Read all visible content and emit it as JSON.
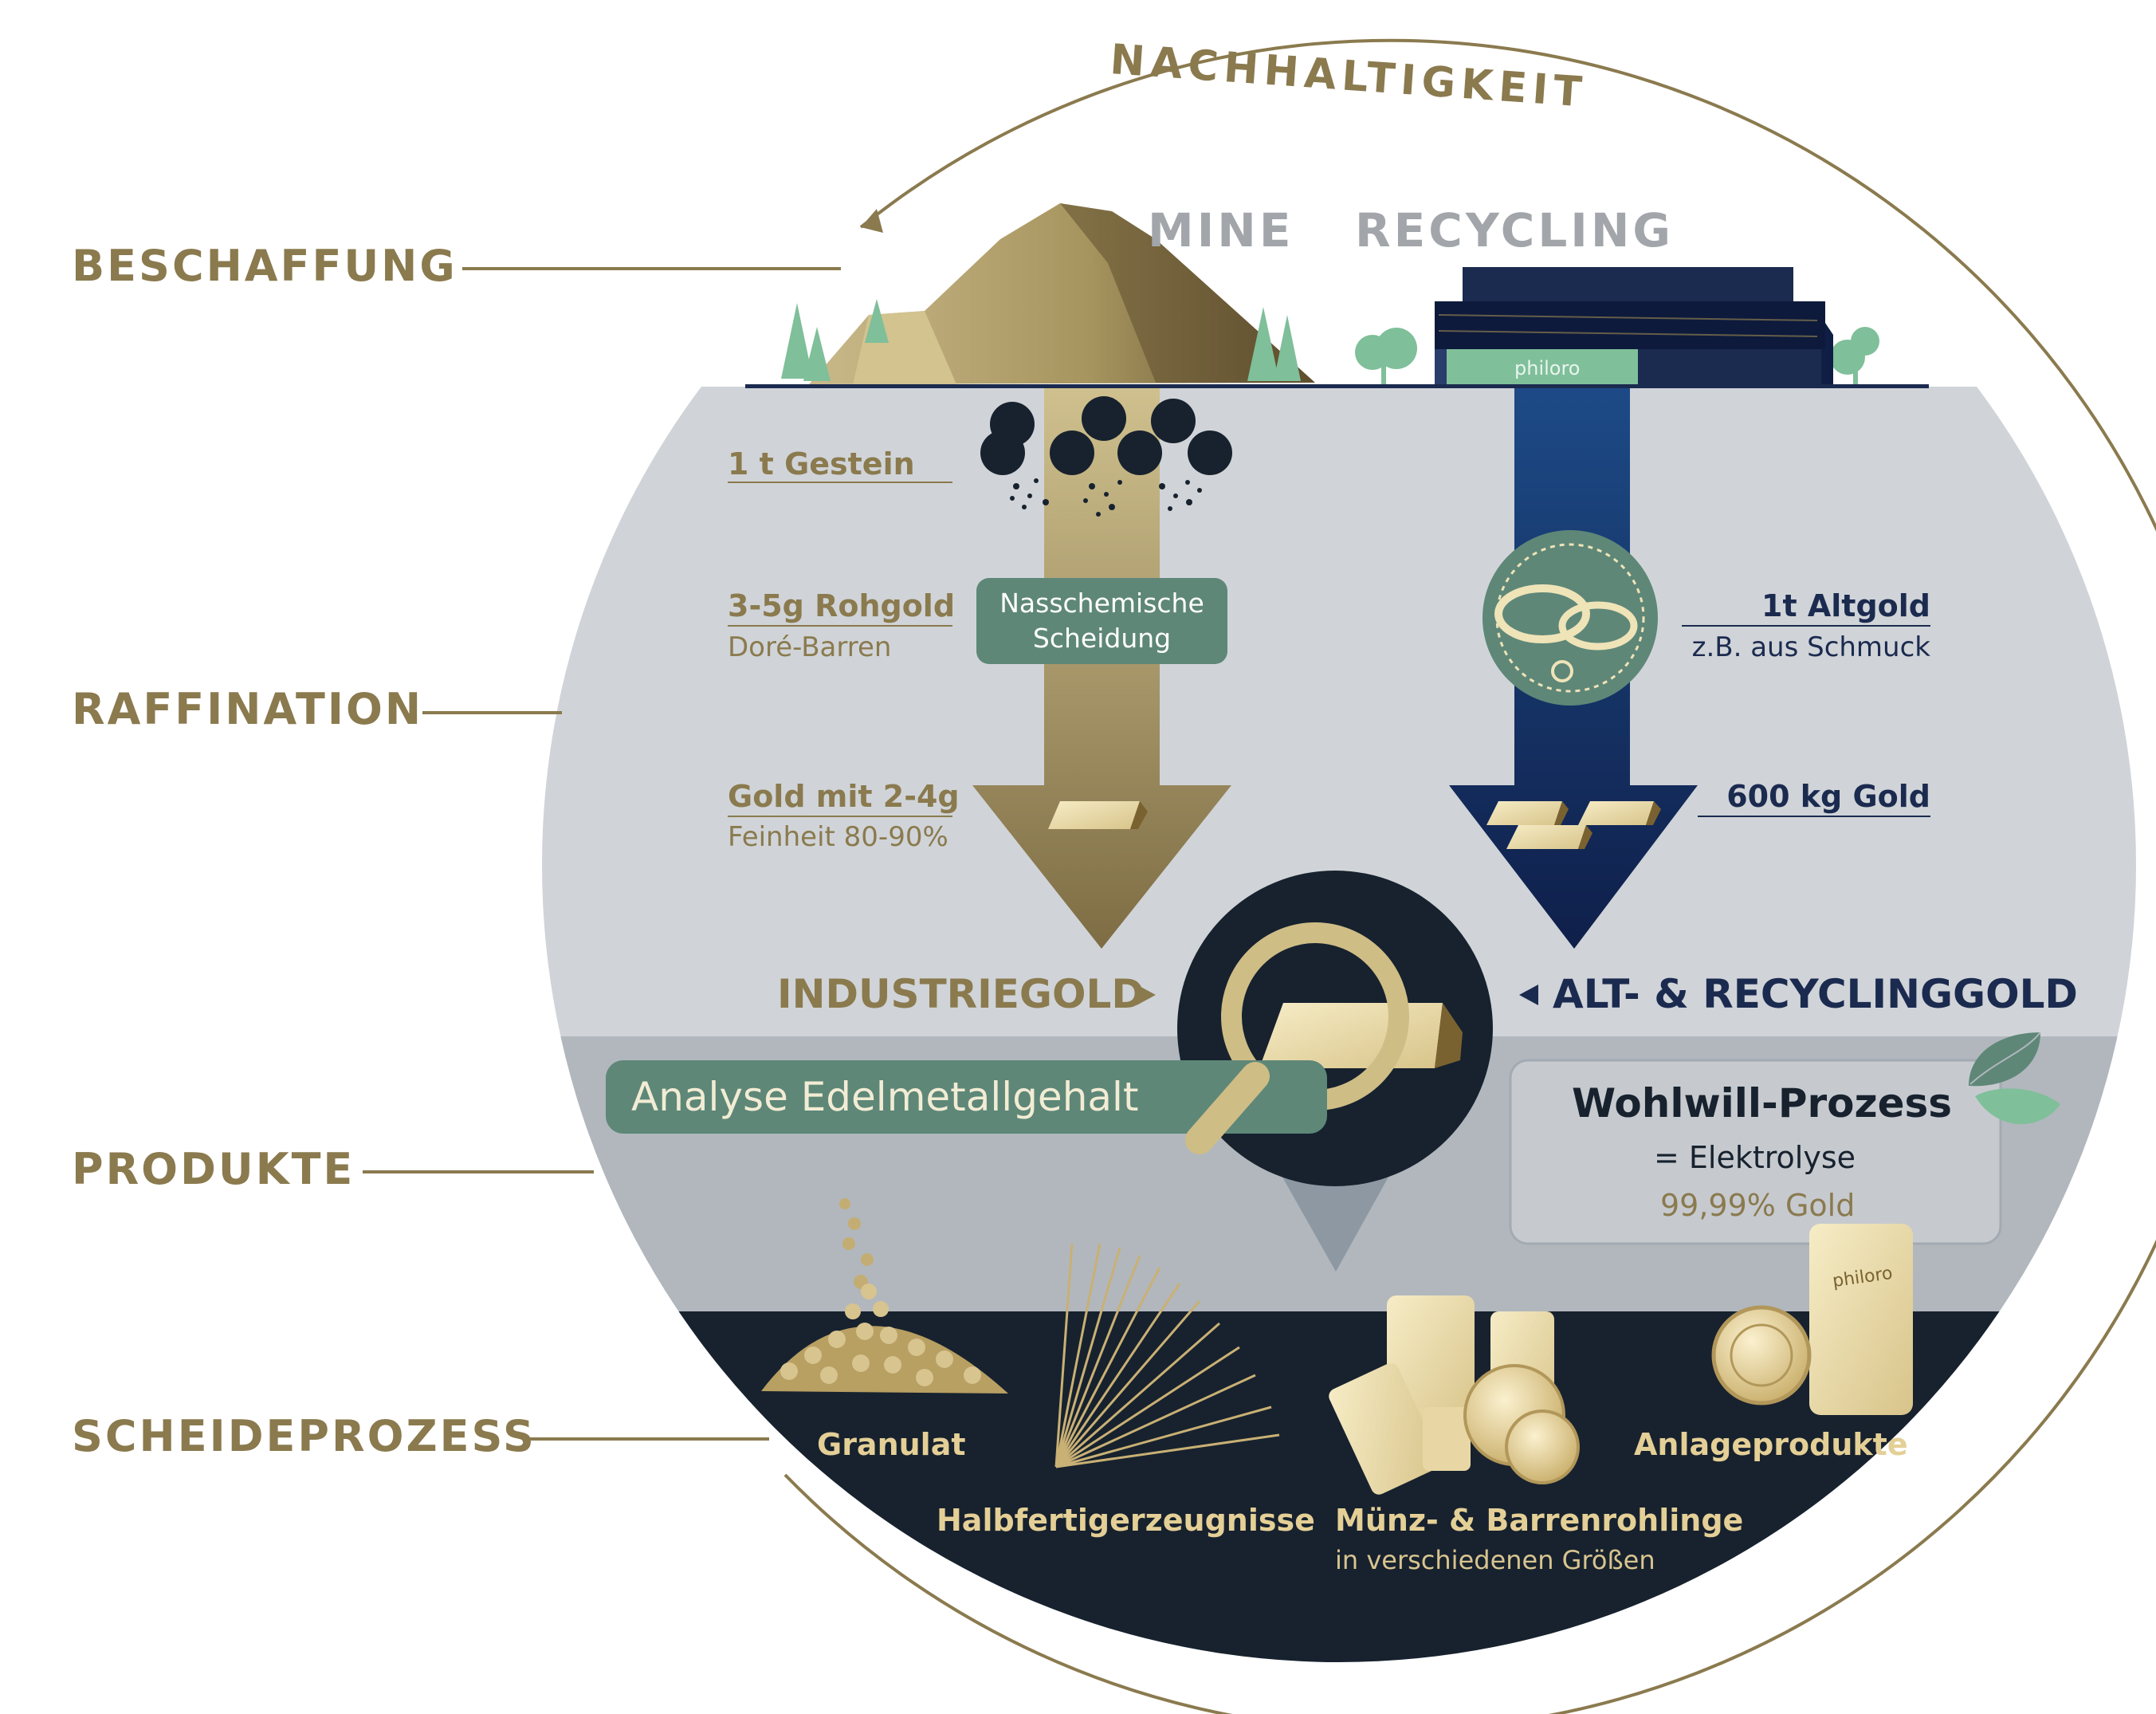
{
  "arc_title": "NACHHALTIGKEIT",
  "stages": {
    "beschaffung": "BESCHAFFUNG",
    "raffination": "RAFFINATION",
    "produkte": "PRODUKTE",
    "scheideprozess": "SCHEIDEPROZESS"
  },
  "sources": {
    "mine": "MINE",
    "recycling": "RECYCLING",
    "building_brand": "philoro"
  },
  "mine_path": {
    "step1": "1 t Gestein",
    "step2_title": "3-5g Rohgold",
    "step2_sub": "Doré-Barren",
    "process_line1": "Nasschemische",
    "process_line2": "Scheidung",
    "step3_title": "Gold mit 2-4g",
    "step3_sub": "Feinheit 80-90%"
  },
  "recycling_path": {
    "step1_title": "1t Altgold",
    "step1_sub": "z.B. aus Schmuck",
    "step2_title": "600 kg Gold"
  },
  "industriegold": "INDUSTRIEGOLD",
  "recyclinggold": "ALT- & RECYCLINGGOLD",
  "analyse": "Analyse Edelmetallgehalt",
  "wohlwill": {
    "title": "Wohlwill-Prozess",
    "line1": "= Elektrolyse",
    "line2": "99,99% Gold"
  },
  "products": {
    "granulat": "Granulat",
    "halbfertig": "Halbfertigerzeugnisse",
    "muenz_title": "Münz- & Barrenrohlinge",
    "muenz_sub": "in verschiedenen Größen",
    "anlage": "Anlageprodukte",
    "bar_brand": "philoro"
  },
  "colors": {
    "gold_text": "#8a7a4e",
    "navy": "#1b2a4f",
    "circle_light": "#d0d4d8",
    "circle_mid": "#b1b7bd",
    "circle_dark": "#17222e",
    "teal": "#5e8778",
    "mint": "#7fbf9a",
    "arrow_gold": "#a08f5f",
    "arrow_navy": "#12275a"
  }
}
